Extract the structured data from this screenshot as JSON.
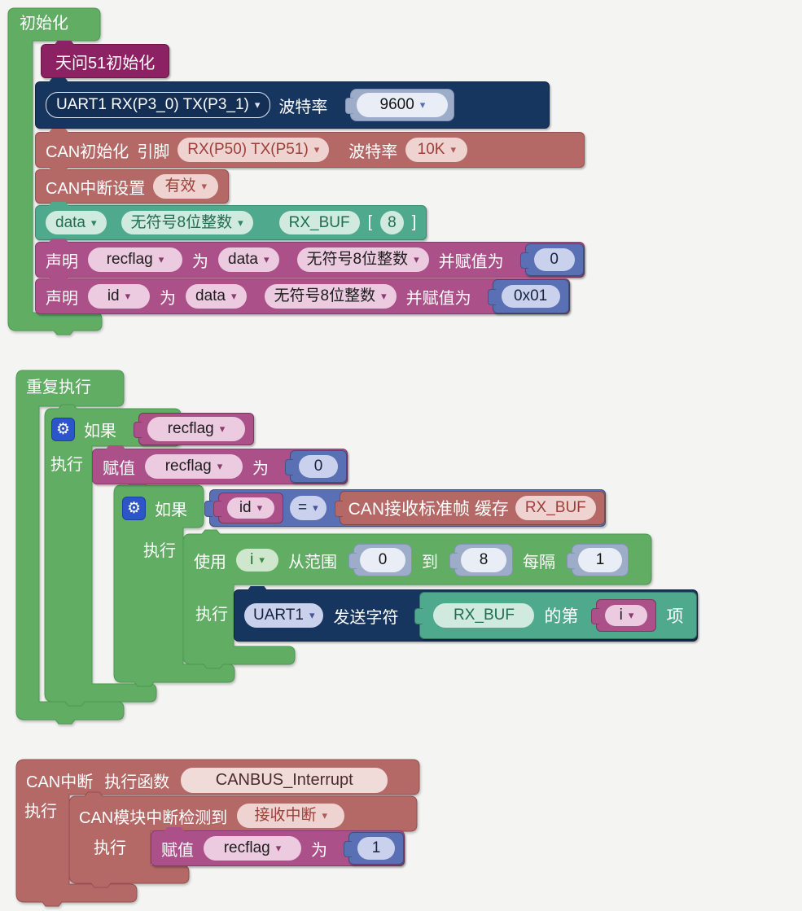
{
  "ui": {
    "arrow": "▾",
    "lbracket": "[",
    "rbracket": "]"
  },
  "init": {
    "title": "初始化",
    "tianwen": "天问51初始化",
    "uart": {
      "port": "UART1 RX(P3_0) TX(P3_1)",
      "baud_label": "波特率",
      "baud": "9600"
    },
    "can": {
      "label": "CAN初始化",
      "pin_label": "引脚",
      "pin": "RX(P50) TX(P51)",
      "baud_label": "波特率",
      "baud": "10K"
    },
    "canint": {
      "label": "CAN中断设置",
      "option": "有效"
    },
    "arr": {
      "var": "data",
      "type": "无符号8位整数",
      "name": "RX_BUF",
      "size": "8"
    },
    "decl1": {
      "kw": "声明",
      "name": "recflag",
      "as": "为",
      "scope": "data",
      "type": "无符号8位整数",
      "assign": "并赋值为",
      "value": "0"
    },
    "decl2": {
      "kw": "声明",
      "name": "id",
      "as": "为",
      "scope": "data",
      "type": "无符号8位整数",
      "assign": "并赋值为",
      "value": "0x01"
    }
  },
  "loop": {
    "title": "重复执行",
    "if1": {
      "kw": "如果",
      "cond": "recflag",
      "do": "执行"
    },
    "assign1": {
      "kw": "赋值",
      "var": "recflag",
      "as": "为",
      "value": "0"
    },
    "if2": {
      "kw": "如果",
      "left": "id",
      "op": "=",
      "right_label": "CAN接收标准帧 缓存",
      "right_var": "RX_BUF",
      "do": "执行"
    },
    "for": {
      "use": "使用",
      "var": "i",
      "range": "从范围",
      "from": "0",
      "to_label": "到",
      "to": "8",
      "step_label": "每隔",
      "step": "1",
      "do": "执行"
    },
    "send": {
      "port": "UART1",
      "label": "发送字符",
      "arr": "RX_BUF",
      "idx_label": "的第",
      "idx": "i",
      "item_label": "项"
    }
  },
  "isr": {
    "label": "CAN中断",
    "fn_label": "执行函数",
    "fn": "CANBUS_Interrupt",
    "do": "执行",
    "detect": {
      "label": "CAN模块中断检测到",
      "option": "接收中断",
      "do": "执行"
    },
    "assign": {
      "kw": "赋值",
      "var": "recflag",
      "as": "为",
      "value": "1"
    }
  }
}
